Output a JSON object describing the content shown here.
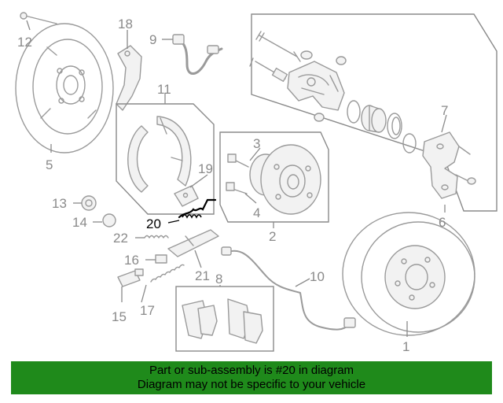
{
  "accent_color": "#1f8a1b",
  "highlight_part": "20",
  "callouts": [
    {
      "id": "c1",
      "number": "1"
    },
    {
      "id": "c2",
      "number": "2"
    },
    {
      "id": "c3",
      "number": "3"
    },
    {
      "id": "c4",
      "number": "4"
    },
    {
      "id": "c5",
      "number": "5"
    },
    {
      "id": "c6",
      "number": "6"
    },
    {
      "id": "c7",
      "number": "7"
    },
    {
      "id": "c8",
      "number": "8"
    },
    {
      "id": "c9",
      "number": "9"
    },
    {
      "id": "c10",
      "number": "10"
    },
    {
      "id": "c11",
      "number": "11"
    },
    {
      "id": "c12",
      "number": "12"
    },
    {
      "id": "c13",
      "number": "13"
    },
    {
      "id": "c14",
      "number": "14"
    },
    {
      "id": "c15",
      "number": "15"
    },
    {
      "id": "c16",
      "number": "16"
    },
    {
      "id": "c17",
      "number": "17"
    },
    {
      "id": "c18",
      "number": "18"
    },
    {
      "id": "c19",
      "number": "19"
    },
    {
      "id": "c20",
      "number": "20"
    },
    {
      "id": "c21",
      "number": "21"
    },
    {
      "id": "c22",
      "number": "22"
    }
  ],
  "banner": {
    "line1": "Part or sub-assembly is #20 in diagram",
    "line2": "Diagram may not be specific to your vehicle"
  }
}
